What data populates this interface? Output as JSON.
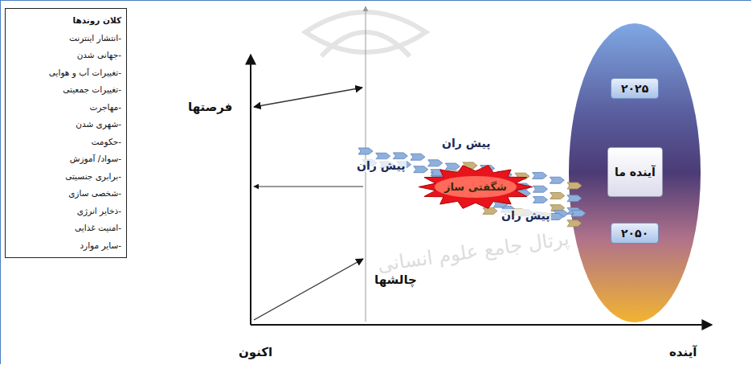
{
  "diagram": {
    "nodes": [
      {
        "text": [
          "کلان روندها",
          "-انتشار اینترنت",
          "-جهانی شدن",
          "-تغییرات آب و هوایی",
          "-تغییرات جمعیتی",
          "-مهاجرت",
          "-شهری شدن",
          "-حکومت",
          "-سواد/ آموزش",
          "-برابری جنسیتی",
          "-شخصی سازی",
          "-ذخایر انرژی",
          "-امنیت غذایی",
          "-سایر موارد"
        ]
      },
      {
        "text": [
          "۲۰۲۵"
        ]
      },
      {
        "text": [
          "آینده ما"
        ]
      },
      {
        "text": [
          "۲۰۵۰"
        ]
      },
      {
        "text": [
          "شگفتی ساز"
        ]
      }
    ],
    "labels": [
      "فرصتها",
      "چالشها",
      "اکنون",
      "آینده",
      "پیش ران",
      "پیش ران",
      "پیش ران",
      "پرتال جامع علوم انسانی"
    ]
  }
}
